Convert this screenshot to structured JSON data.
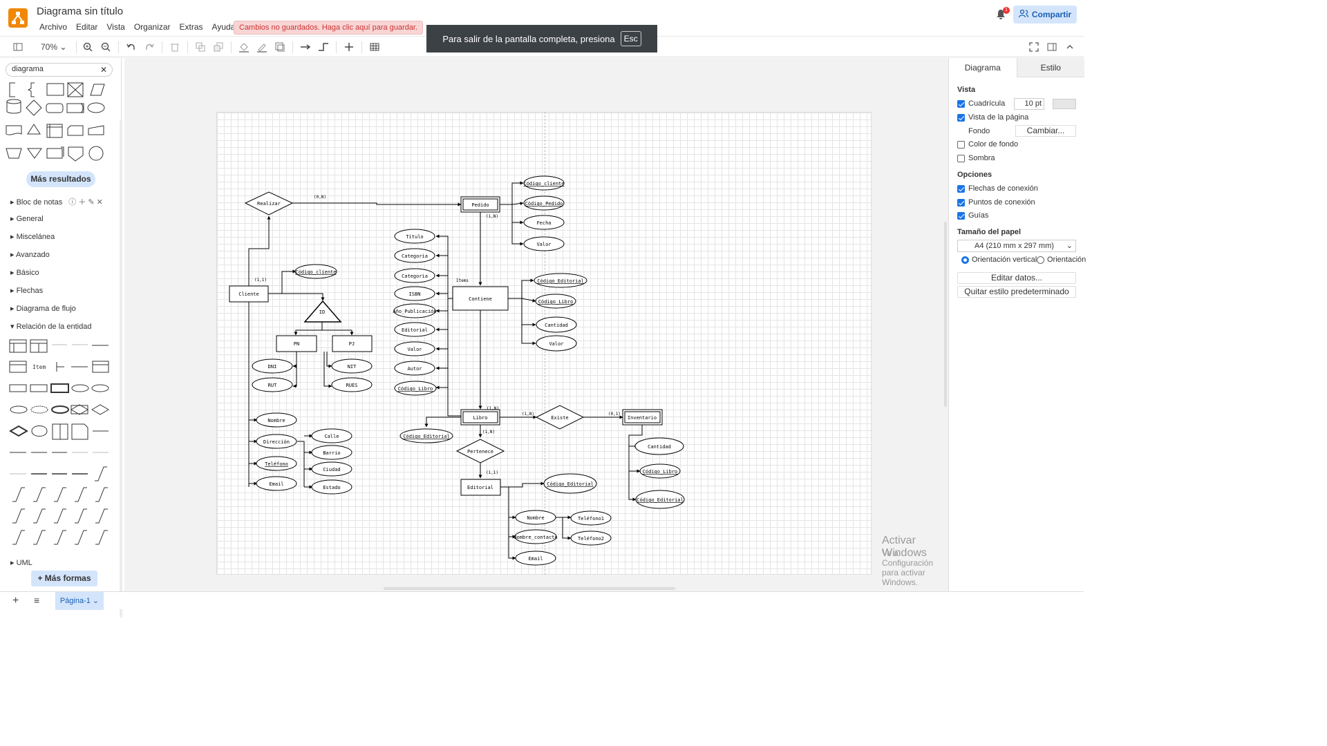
{
  "app": {
    "title": "Diagrama sin título",
    "menus": [
      "Archivo",
      "Editar",
      "Vista",
      "Organizar",
      "Extras",
      "Ayuda"
    ],
    "unsaved": "Cambios no guardados. Haga clic aquí para guardar.",
    "share": "Compartir",
    "notif_count": "1"
  },
  "toolbar": {
    "zoom": "70%"
  },
  "toast": {
    "text": "Para salir de la pantalla completa, presiona",
    "key": "Esc"
  },
  "left": {
    "search_value": "diagrama",
    "more_results": "Más resultados",
    "categories": [
      "Bloc de notas",
      "General",
      "Miscelánea",
      "Avanzado",
      "Básico",
      "Flechas",
      "Diagrama de flujo",
      "Relación de la entidad",
      "UML"
    ],
    "item_label": "Item",
    "more_shapes": "+ Más formas"
  },
  "right": {
    "tabs": [
      "Diagrama",
      "Estilo"
    ],
    "vista": "Vista",
    "grid": "Cuadrícula",
    "grid_size": "10 pt",
    "page_view": "Vista de la página",
    "fondo": "Fondo",
    "cambiar": "Cambiar...",
    "bgcolor": "Color de fondo",
    "sombra": "Sombra",
    "opciones": "Opciones",
    "flechas": "Flechas de conexión",
    "puntos": "Puntos de conexión",
    "guias": "Guías",
    "papel": "Tamaño del papel",
    "papel_val": "A4 (210 mm x 297 mm)",
    "vertical": "Orientación vertical",
    "horizontal": "Orientación",
    "editar": "Editar datos...",
    "quitar": "Quitar estilo predeterminado"
  },
  "bottom": {
    "page": "Página-1"
  },
  "watermark": {
    "line1": "Activar Windows",
    "line2": "Ve a Configuración para activar Windows."
  },
  "diagram": {
    "entities": [
      "Cliente",
      "Pedido",
      "Libro",
      "Editorial",
      "Inventario"
    ],
    "relations": [
      "Realizar",
      "Contiene",
      "Existe",
      "Pertenece"
    ],
    "isa": "ID",
    "subtypes": [
      "PN",
      "PJ"
    ],
    "attributes": [
      "Código_cliente",
      "Código_Pedido",
      "Fecha",
      "Valor",
      "Título",
      "Categoria",
      "Categoria",
      "ISBN",
      "Año_Publicación",
      "Editorial",
      "Valor",
      "Autor",
      "Código_Libro",
      "Código_Editorial",
      "Código_Libro",
      "Cantidad",
      "Valor",
      "Código_cliente",
      "DNI",
      "RUT",
      "NIT",
      "RUES",
      "Nombre",
      "Dirección",
      "Teléfono",
      "Email",
      "Calle",
      "Barrio",
      "Ciudad",
      "Estado",
      "Código_Editorial",
      "Código_Editorial",
      "Nombre",
      "Nombre_contacto",
      "Email",
      "Teléfono1",
      "Teléfono2",
      "Cantidad",
      "Código_Libro",
      "Código_Editorial"
    ],
    "cardinalities": [
      "(0,N)",
      "(1,N)",
      "(1,1)",
      "Items",
      "(1,N)",
      "(1,N)",
      "(0,1)",
      "(1,N)",
      "(1,1)"
    ]
  }
}
